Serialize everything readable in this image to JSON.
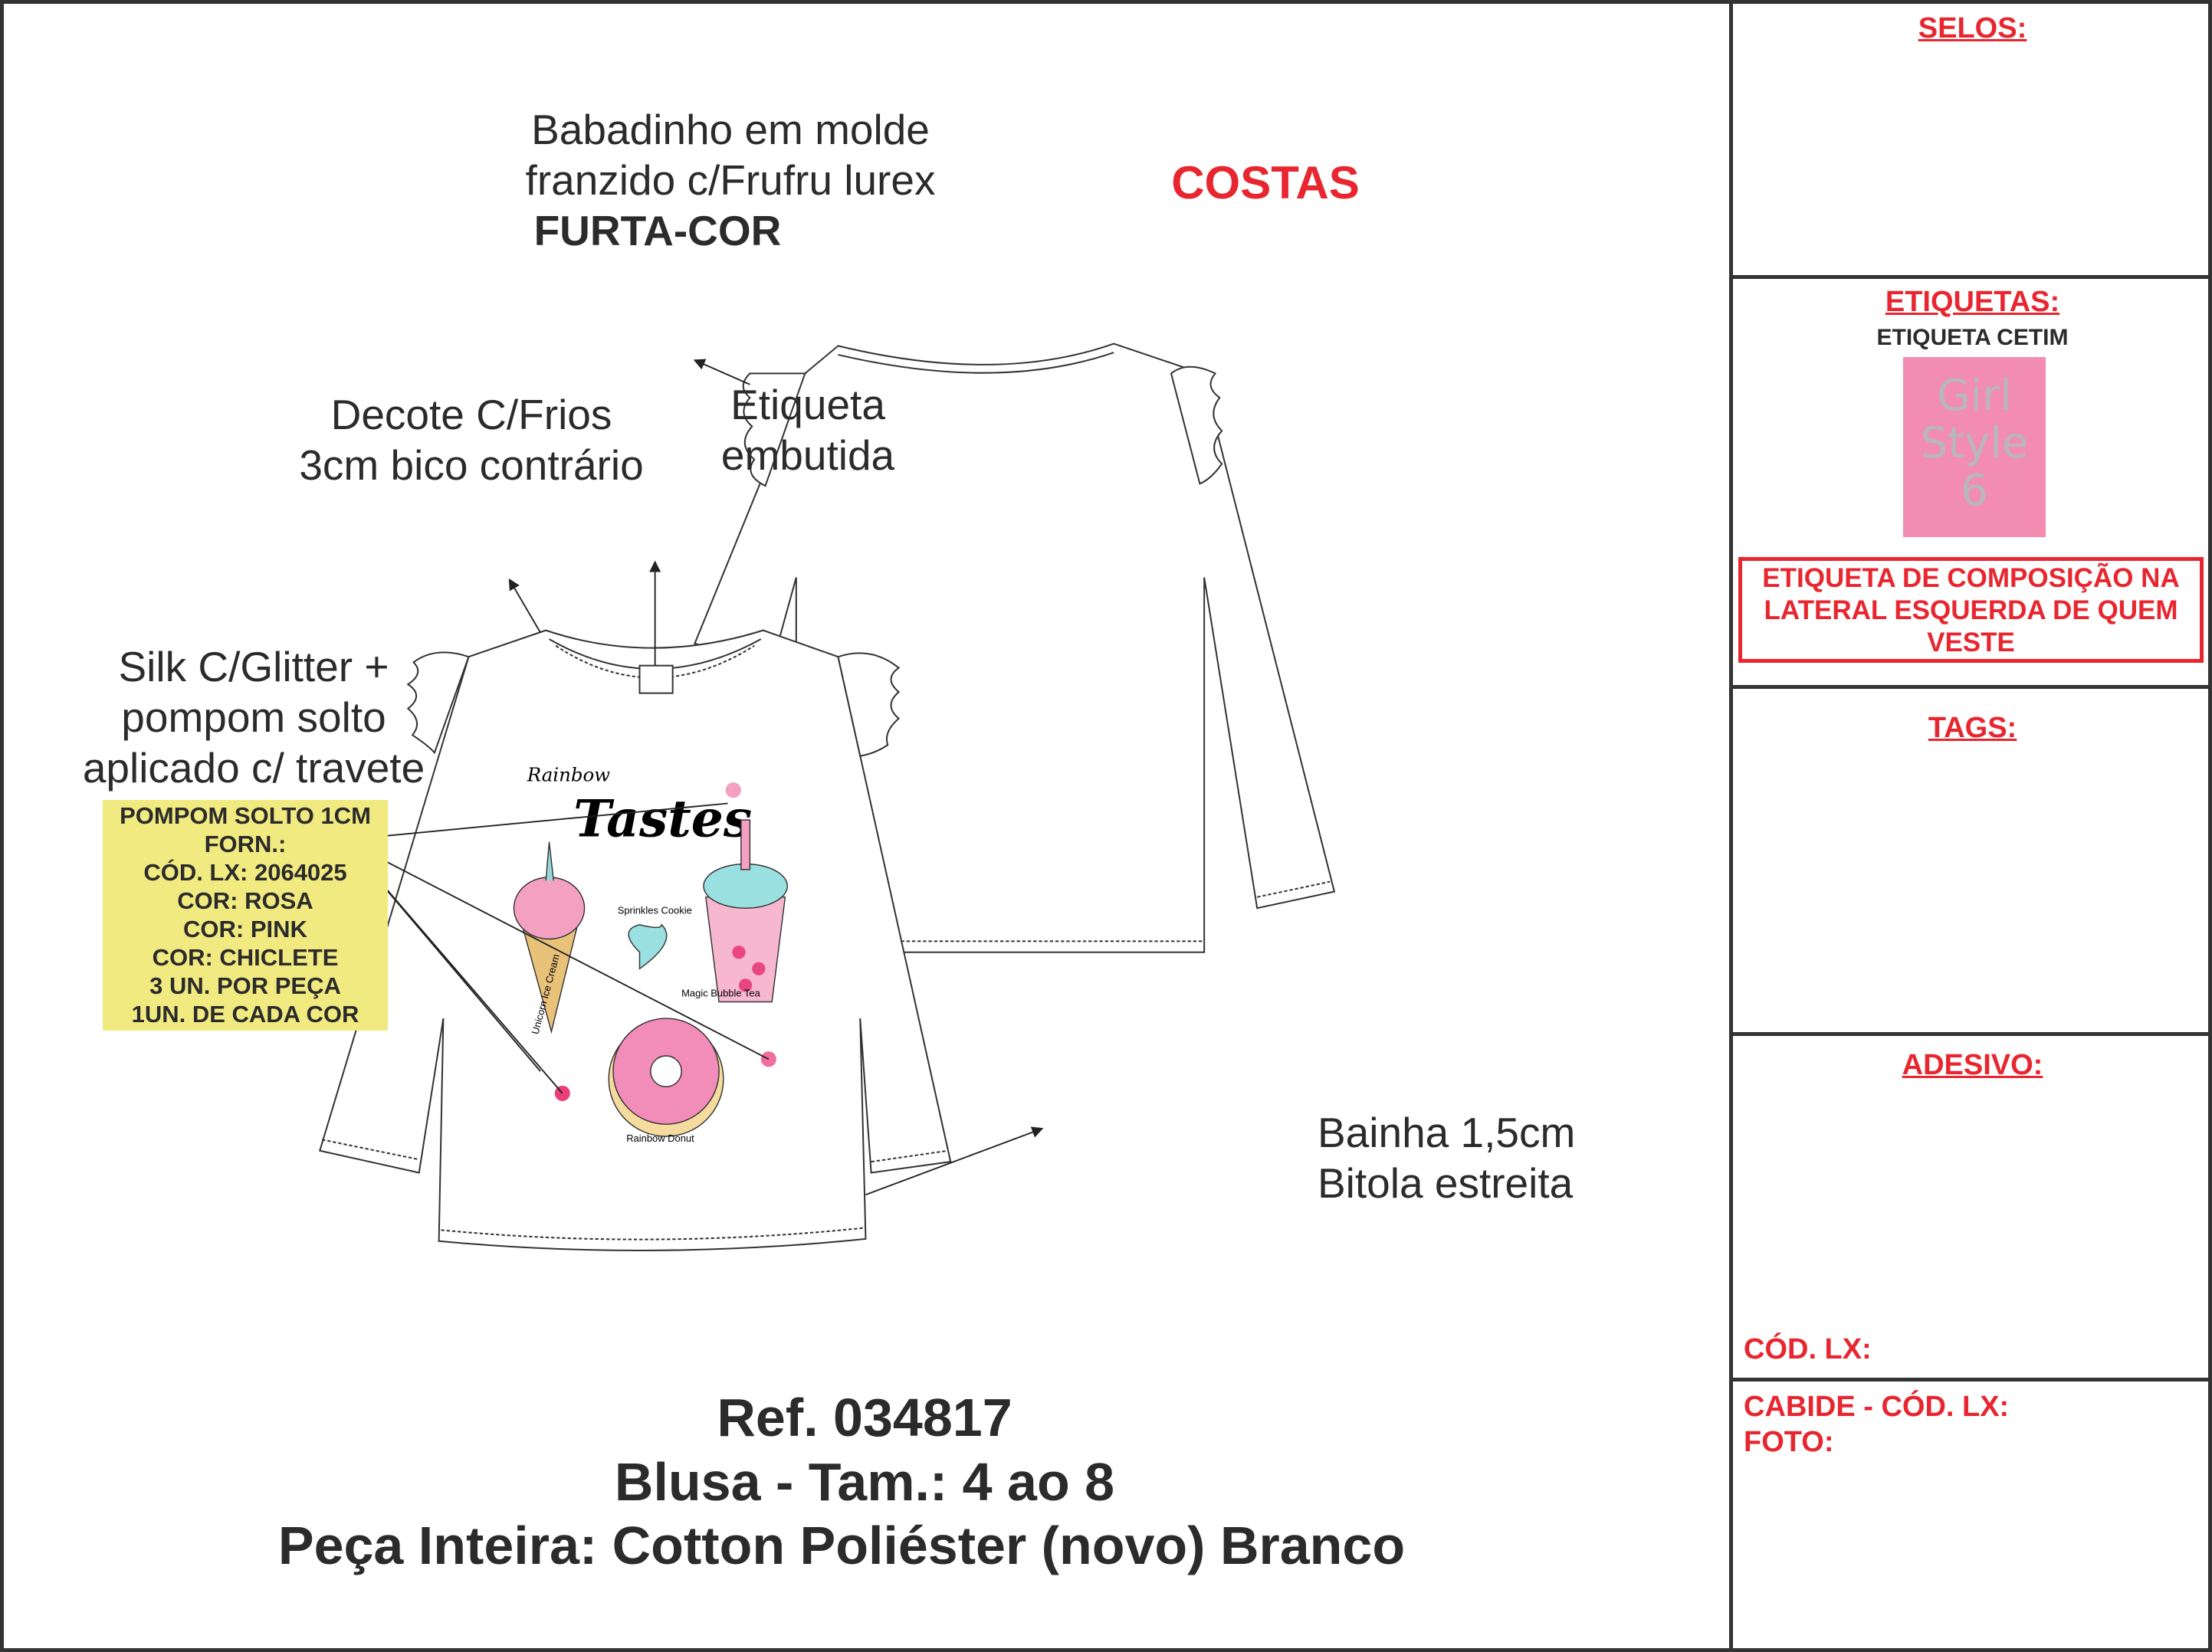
{
  "back_view": {
    "title": "COSTAS"
  },
  "callouts": {
    "ruffle": [
      "Babadinho em molde",
      "franzido c/Frufru lurex",
      "FURTA-COR"
    ],
    "neckline": [
      "Decote C/Frios",
      "3cm bico contrário"
    ],
    "label": [
      "Etiqueta",
      "embutida"
    ],
    "print": [
      "Silk C/Glitter +",
      "pompom solto",
      "aplicado c/ travete"
    ],
    "hem": [
      "Bainha 1,5cm",
      "Bitola estreita"
    ]
  },
  "pompom_box": [
    "POMPOM SOLTO 1CM",
    "FORN.:",
    "CÓD. LX: 2064025",
    "COR: ROSA",
    "COR: PINK",
    "COR: CHICLETE",
    "3 UN. POR PEÇA",
    "1UN. DE CADA COR"
  ],
  "artwork": {
    "line1": "Rainbow",
    "line2": "Tastes",
    "ice_cream": "Unicorn Ice Cream",
    "cookie": "Sprinkles Cookie",
    "tea": "Magic Bubble Tea",
    "donut": "Rainbow Donut"
  },
  "product": {
    "ref": "Ref. 034817",
    "name": "Blusa - Tam.: 4 ao 8",
    "fabric": "Peça Inteira: Cotton Poliéster (novo) Branco"
  },
  "side": {
    "selos": "SELOS:",
    "etiquetas": "ETIQUETAS:",
    "etiqueta_type": "ETIQUETA CETIM",
    "label_brand": [
      "Girl",
      "Style",
      "6"
    ],
    "composition_note": "ETIQUETA DE COMPOSIÇÃO NA LATERAL ESQUERDA DE QUEM VESTE",
    "tags": "TAGS:",
    "adesivo": "ADESIVO:",
    "cod_lx": "CÓD. LX:",
    "cabide": "CABIDE - CÓD. LX:",
    "foto": "FOTO:"
  },
  "colors": {
    "accent": "#e8262f",
    "pink_label": "#f28cb0",
    "yellow_box": "#f1ea80"
  }
}
